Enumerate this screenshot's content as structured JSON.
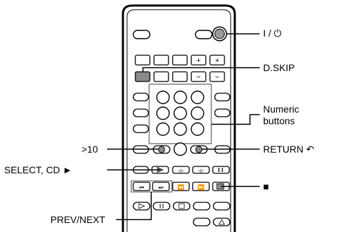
{
  "labels": {
    "power": "I / ⏻",
    "d_skip": "D.SKIP",
    "numeric_line1": "Numeric",
    "numeric_line2": "buttons",
    "gt10": ">10",
    "return_label": "RETURN ↶",
    "select_cd": "SELECT, CD ►",
    "stop": "■",
    "prev_next": "PREV/NEXT"
  },
  "button_glyphs": {
    "plus": "+",
    "minus": "−"
  },
  "colors": {
    "line": "#000000",
    "fill": "#ffffff",
    "highlight": "#8a8a8a",
    "callout_box": "#7f7f7f"
  }
}
